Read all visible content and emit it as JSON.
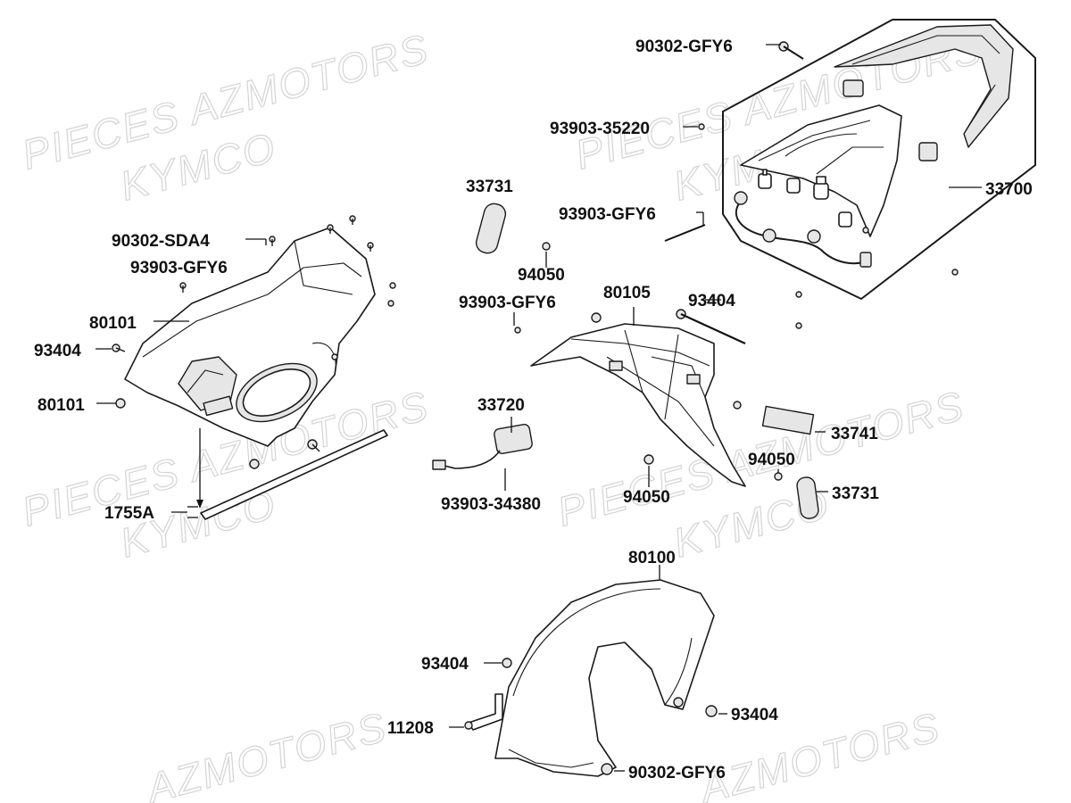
{
  "watermarks": {
    "line1": "PIECES AZMOTORS",
    "line2": "KYMCO",
    "line3": "AZMOTORS"
  },
  "labels": {
    "p_90302_gfy6_top": "90302-GFY6",
    "p_93903_35220": "93903-35220",
    "p_33700": "33700",
    "p_33731_left": "33731",
    "p_93903_gfy6_mid": "93903-GFY6",
    "p_94050_upper": "94050",
    "p_90302_sda4": "90302-SDA4",
    "p_93903_gfy6_left": "93903-GFY6",
    "p_80101_upper": "80101",
    "p_93404_left": "93404",
    "p_80101_lower": "80101",
    "p_1755a": "1755A",
    "p_93903_gfy6_center": "93903-GFY6",
    "p_80105": "80105",
    "p_93404_center": "93404",
    "p_33720": "33720",
    "p_93903_34380": "93903-34380",
    "p_94050_lower": "94050",
    "p_94050_right": "94050",
    "p_33741": "33741",
    "p_33731_right": "33731",
    "p_80100": "80100",
    "p_93404_fender_left": "93404",
    "p_11208": "11208",
    "p_93404_fender_right": "93404",
    "p_90302_gfy6_bottom": "90302-GFY6"
  }
}
